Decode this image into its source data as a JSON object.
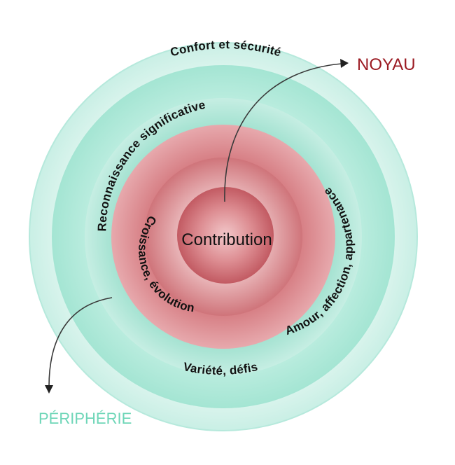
{
  "diagram": {
    "center": "Contribution",
    "rings": [
      {
        "label": "Croissance, évolution"
      },
      {
        "label": "Amour, affection, appartenance"
      },
      {
        "label": "Reconnaissance significative"
      },
      {
        "label": "Variété, défis"
      },
      {
        "label": "Confort et sécurité"
      }
    ],
    "core_label": "NOYAU",
    "periphery_label": "PÉRIPHÉRIE"
  },
  "colors": {
    "core_red": "#9b1b23",
    "periphery_teal": "#6fd6b8",
    "pink_inner": "#c75f66",
    "pink_outer": "#e2a4a8",
    "teal_inner": "#a8e6d6",
    "teal_outer": "#d7f4ec"
  }
}
